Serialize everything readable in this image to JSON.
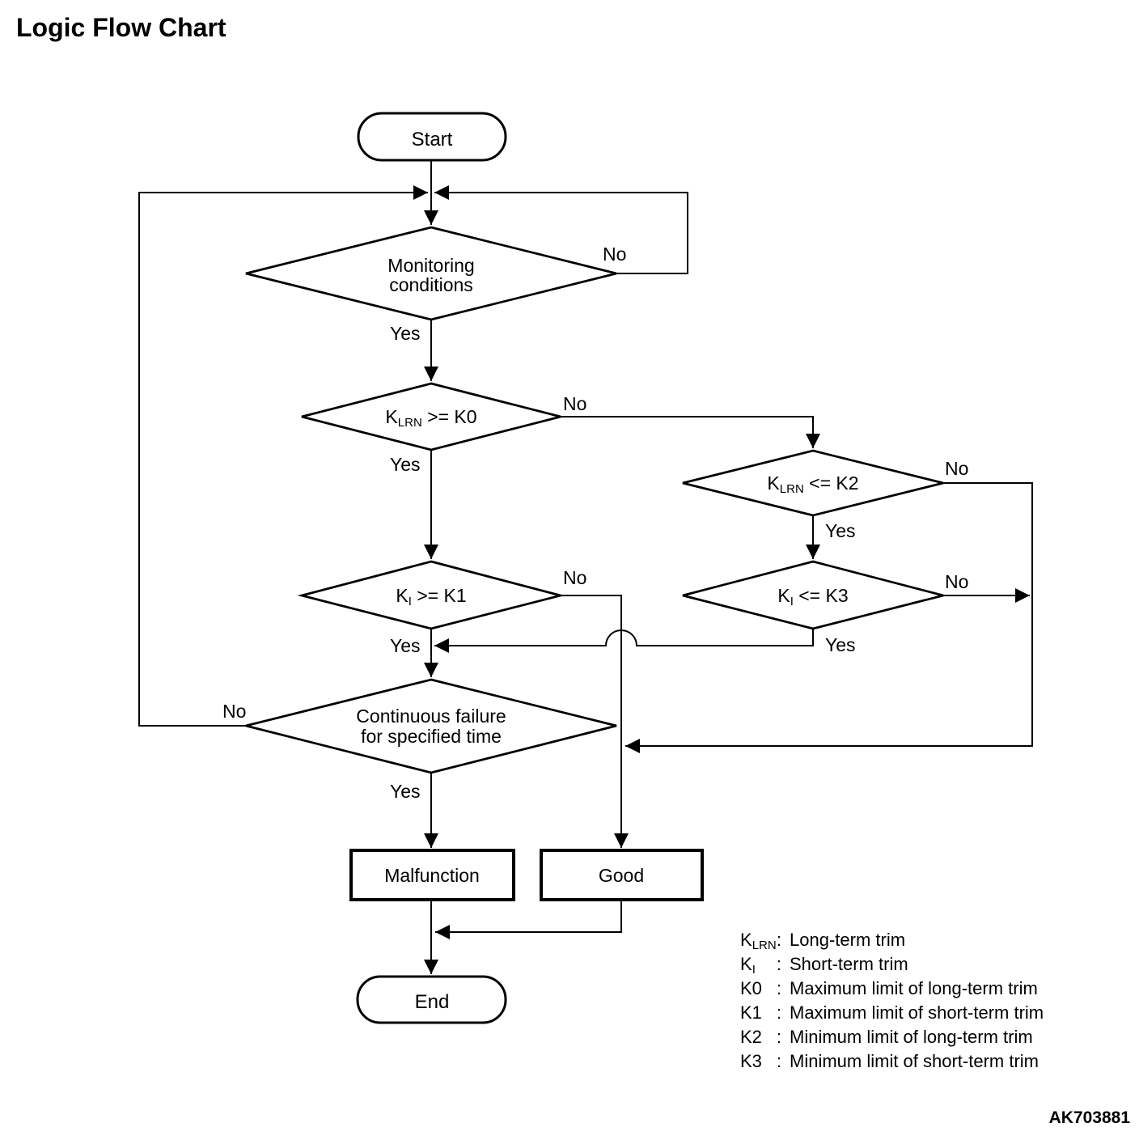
{
  "title": "Logic Flow Chart",
  "figure_code": "AK703881",
  "colors": {
    "ink": "#000000",
    "background": "#ffffff"
  },
  "nodes": {
    "start": {
      "label": "Start"
    },
    "monitoring": {
      "line1": "Monitoring",
      "line2": "conditions"
    },
    "klrn_ge_k0": {
      "pre": "K",
      "sub": "LRN",
      "post": " >= K0"
    },
    "klrn_le_k2": {
      "pre": "K",
      "sub": "LRN",
      "post": " <= K2"
    },
    "ki_ge_k1": {
      "pre": "K",
      "sub": "I",
      "post": " >= K1"
    },
    "ki_le_k3": {
      "pre": "K",
      "sub": "I",
      "post": " <= K3"
    },
    "continuous": {
      "line1": "Continuous failure",
      "line2": "for specified time"
    },
    "malfunction": {
      "label": "Malfunction"
    },
    "good": {
      "label": "Good"
    },
    "end": {
      "label": "End"
    }
  },
  "edge_labels": {
    "monitoring_yes": "Yes",
    "monitoring_no": "No",
    "klrn_ge_k0_yes": "Yes",
    "klrn_ge_k0_no": "No",
    "klrn_le_k2_yes": "Yes",
    "klrn_le_k2_no": "No",
    "ki_ge_k1_yes": "Yes",
    "ki_ge_k1_no": "No",
    "ki_le_k3_yes": "Yes",
    "ki_le_k3_no": "No",
    "continuous_yes": "Yes",
    "continuous_no": "No"
  },
  "legend": {
    "rows": [
      {
        "pre": "K",
        "sub": "LRN",
        "colon": ":",
        "desc": "Long-term trim"
      },
      {
        "pre": "K",
        "sub": "I",
        "colon": ":",
        "desc": "Short-term trim"
      },
      {
        "pre": "K0",
        "sub": "",
        "colon": ":",
        "desc": "Maximum limit of long-term trim"
      },
      {
        "pre": "K1",
        "sub": "",
        "colon": ":",
        "desc": "Maximum limit of short-term trim"
      },
      {
        "pre": "K2",
        "sub": "",
        "colon": ":",
        "desc": "Minimum limit of long-term trim"
      },
      {
        "pre": "K3",
        "sub": "",
        "colon": ":",
        "desc": "Minimum limit of short-term trim"
      }
    ]
  }
}
